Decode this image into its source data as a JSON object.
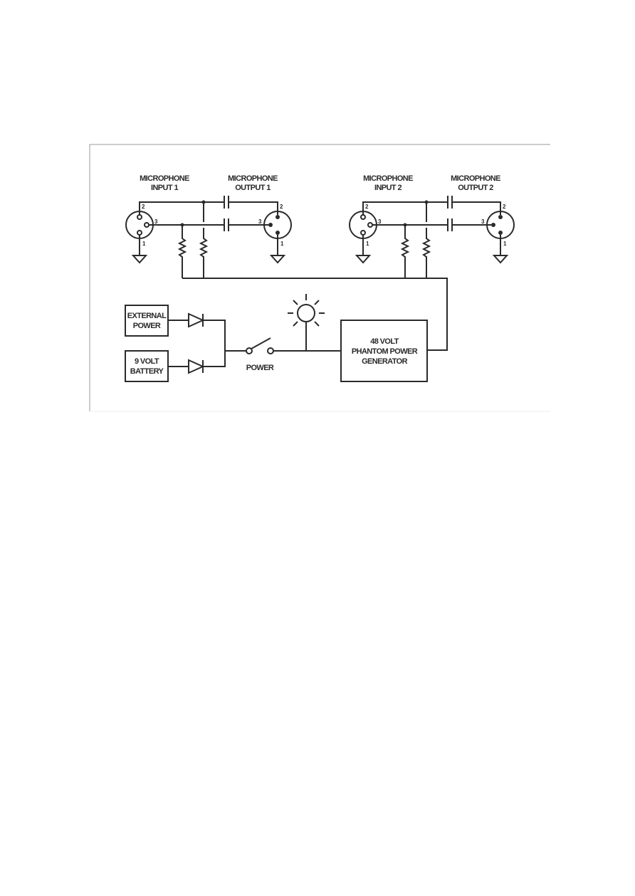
{
  "diagram": {
    "channels": [
      {
        "input_label": [
          "MICROPHONE",
          "INPUT 1"
        ],
        "output_label": [
          "MICROPHONE",
          "OUTPUT 1"
        ]
      },
      {
        "input_label": [
          "MICROPHONE",
          "INPUT 2"
        ],
        "output_label": [
          "MICROPHONE",
          "OUTPUT 2"
        ]
      }
    ],
    "pins": {
      "p1": "1",
      "p2": "2",
      "p3": "3"
    },
    "external_power": [
      "EXTERNAL",
      "POWER"
    ],
    "battery": [
      "9 VOLT",
      "BATTERY"
    ],
    "switch_label": "POWER",
    "generator": [
      "48 VOLT",
      "PHANTOM POWER",
      "GENERATOR"
    ],
    "line_color": "#2a2a2a"
  }
}
